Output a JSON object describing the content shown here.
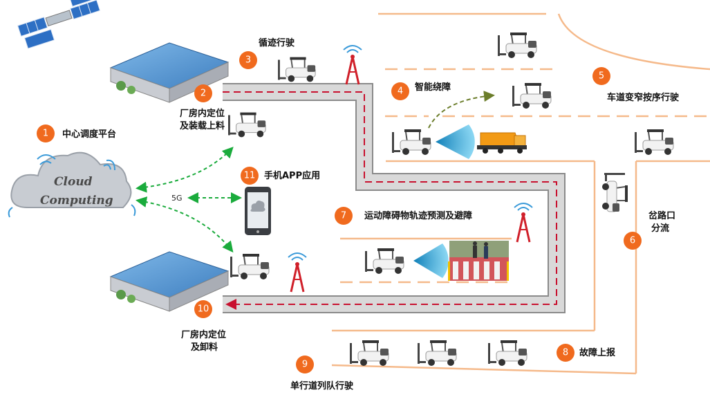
{
  "labels": {
    "center_platform": "中心调度平台",
    "factory_load_1": "厂房内定位",
    "factory_load_2": "及装载上料",
    "path_following": "循迹行驶",
    "smart_avoid": "智能绕障",
    "lane_narrow": "车道变窄按序行驶",
    "fork_road_1": "岔路口",
    "fork_road_2": "分流",
    "dynamic_obstacle": "运动障碍物轨迹预测及避障",
    "fault_report": "故障上报",
    "single_lane": "单行道列队行驶",
    "factory_unload_1": "厂房内定位",
    "factory_unload_2": "及卸料",
    "mobile_app": "手机APP应用",
    "network": "5G"
  },
  "cloud": {
    "line1": "Cloud",
    "line2": "Computing"
  },
  "badges": [
    "1",
    "2",
    "3",
    "4",
    "5",
    "6",
    "7",
    "8",
    "9",
    "10",
    "11"
  ],
  "colors": {
    "badge": "#f06a1e",
    "road": "#d9d9d9",
    "route": "#c8102e",
    "lane": "#f5b98a",
    "link": "#1aab3c",
    "avoid": "#6b7d2a"
  }
}
